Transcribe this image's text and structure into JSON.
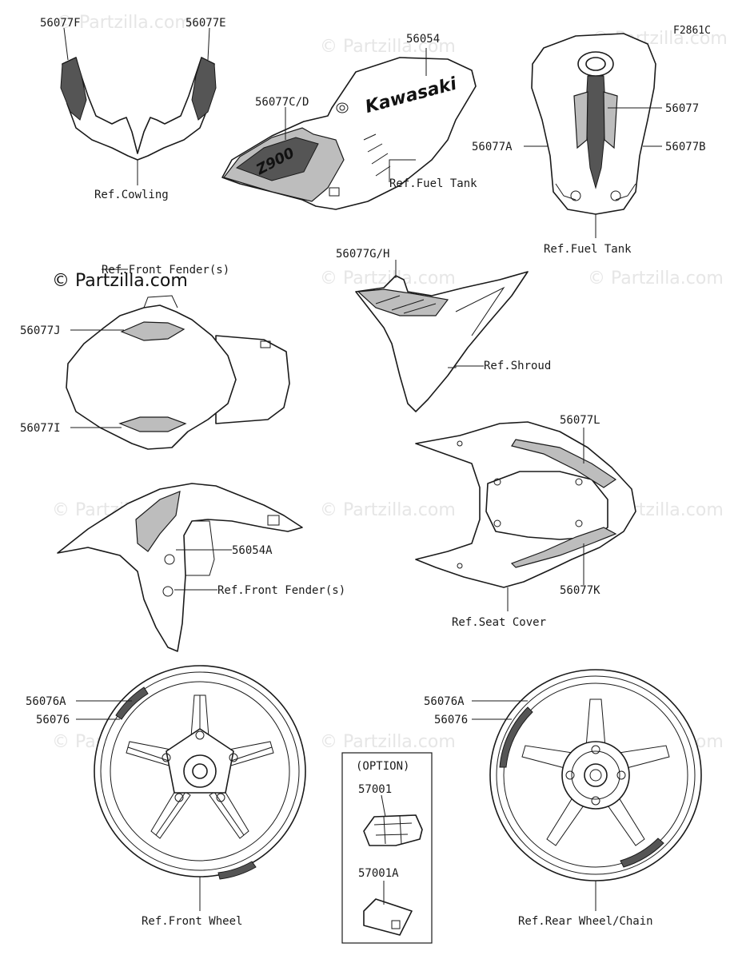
{
  "figure_id": "F2861C",
  "watermark_text": "© Partzilla.com",
  "brand_logo_text": "Kawasaki",
  "tank_model_text": "Z900",
  "labels": {
    "p56077F": "56077F",
    "p56077E": "56077E",
    "ref_cowling": "Ref.Cowling",
    "p56054": "56054",
    "p56077CD": "56077C/D",
    "ref_fuel_tank_1": "Ref.Fuel Tank",
    "p56077": "56077",
    "p56077A": "56077A",
    "p56077B": "56077B",
    "ref_fuel_tank_2": "Ref.Fuel Tank",
    "ref_front_fender_1": "Ref.Front Fender(s)",
    "p56077J": "56077J",
    "p56077I": "56077I",
    "p56077GH": "56077G/H",
    "ref_shroud": "Ref.Shroud",
    "p56077L": "56077L",
    "p56054A": "56054A",
    "ref_front_fender_2": "Ref.Front Fender(s)",
    "p56077K": "56077K",
    "ref_seat_cover": "Ref.Seat Cover",
    "p56076A_front": "56076A",
    "p56076_front": "56076",
    "p56076A_rear": "56076A",
    "p56076_rear": "56076",
    "option": "(OPTION)",
    "p57001": "57001",
    "p57001A": "57001A",
    "ref_front_wheel": "Ref.Front Wheel",
    "ref_rear_wheel": "Ref.Rear Wheel/Chain"
  }
}
